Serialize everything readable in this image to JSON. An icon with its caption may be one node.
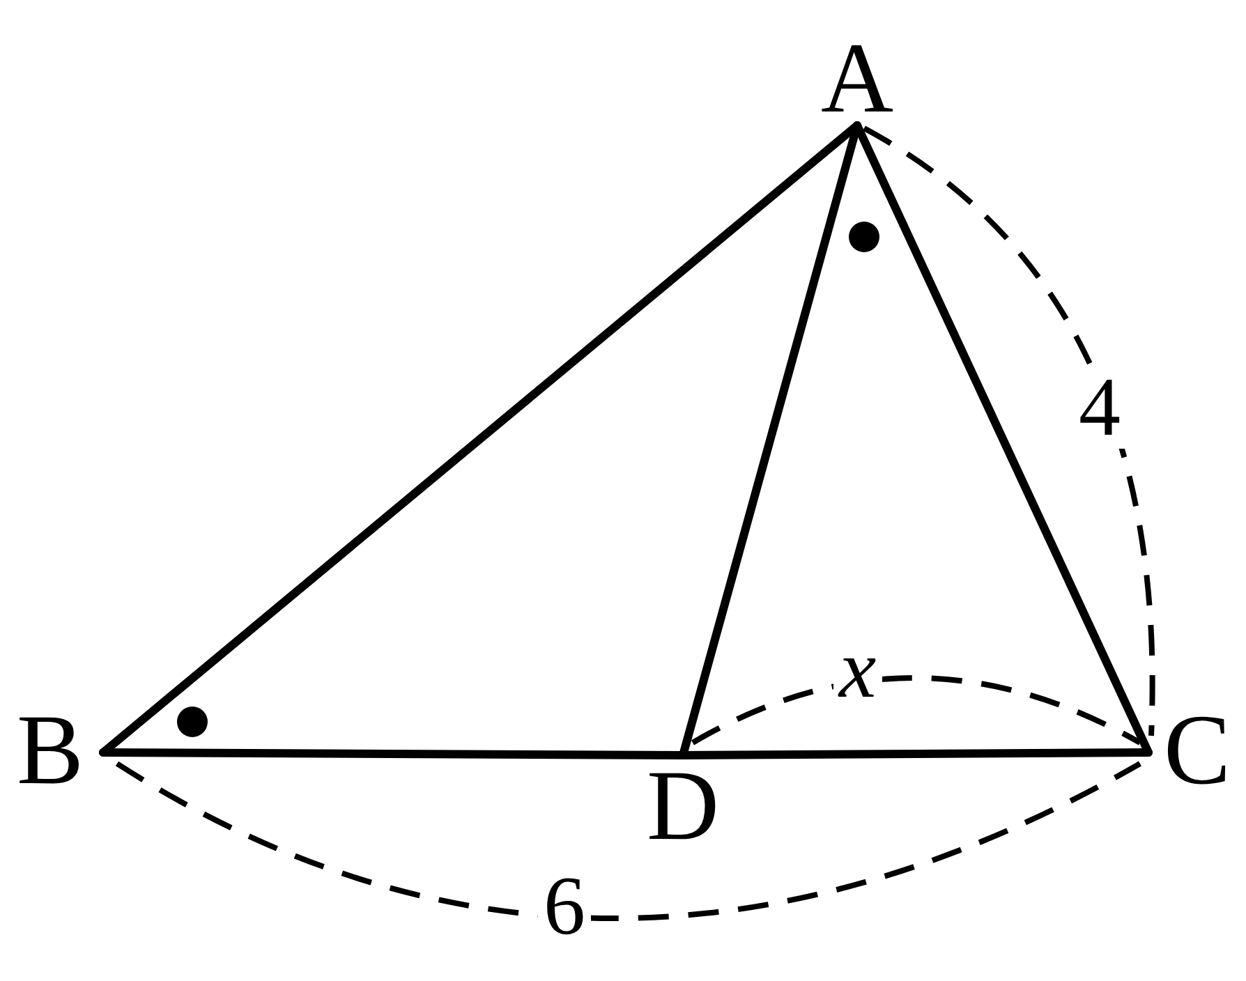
{
  "diagram": {
    "nodes": [
      {
        "text": [
          "A"
        ]
      },
      {
        "text": [
          "B"
        ]
      },
      {
        "text": [
          "C"
        ]
      },
      {
        "text": [
          "D"
        ]
      }
    ],
    "edges": [
      {
        "from": 0,
        "to": 1,
        "arrow": "none"
      },
      {
        "from": 0,
        "to": 3,
        "arrow": "none"
      },
      {
        "from": 0,
        "to": 2,
        "arrow": "none"
      },
      {
        "from": 1,
        "to": 3,
        "arrow": "none"
      },
      {
        "from": 3,
        "to": 2,
        "arrow": "none"
      }
    ],
    "labels": [
      "4",
      "x",
      "6"
    ]
  }
}
